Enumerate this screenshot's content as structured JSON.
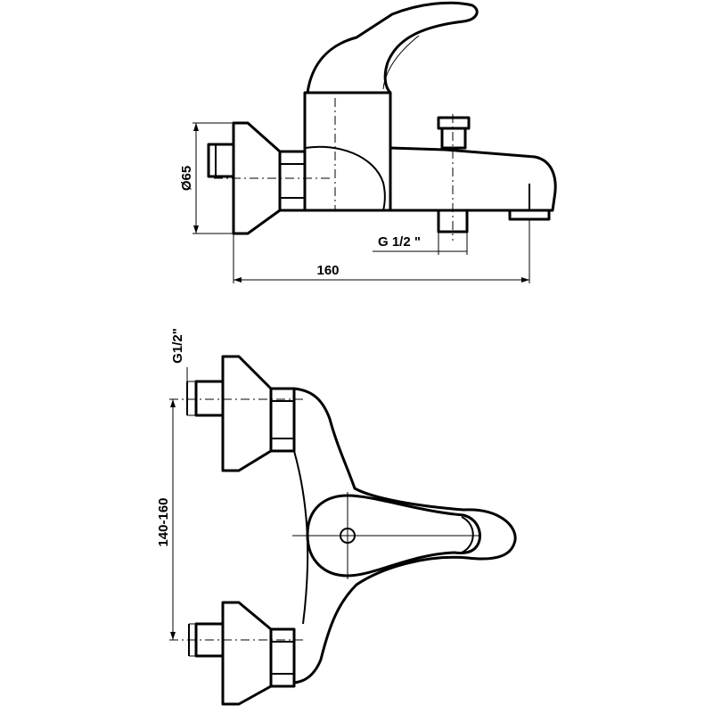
{
  "dimensions": {
    "diameter": "Ø65",
    "width": "160",
    "thread_outlet": "G 1/2 \"",
    "thread_inlet": "G1/2\"",
    "centre_distance": "140-160"
  }
}
